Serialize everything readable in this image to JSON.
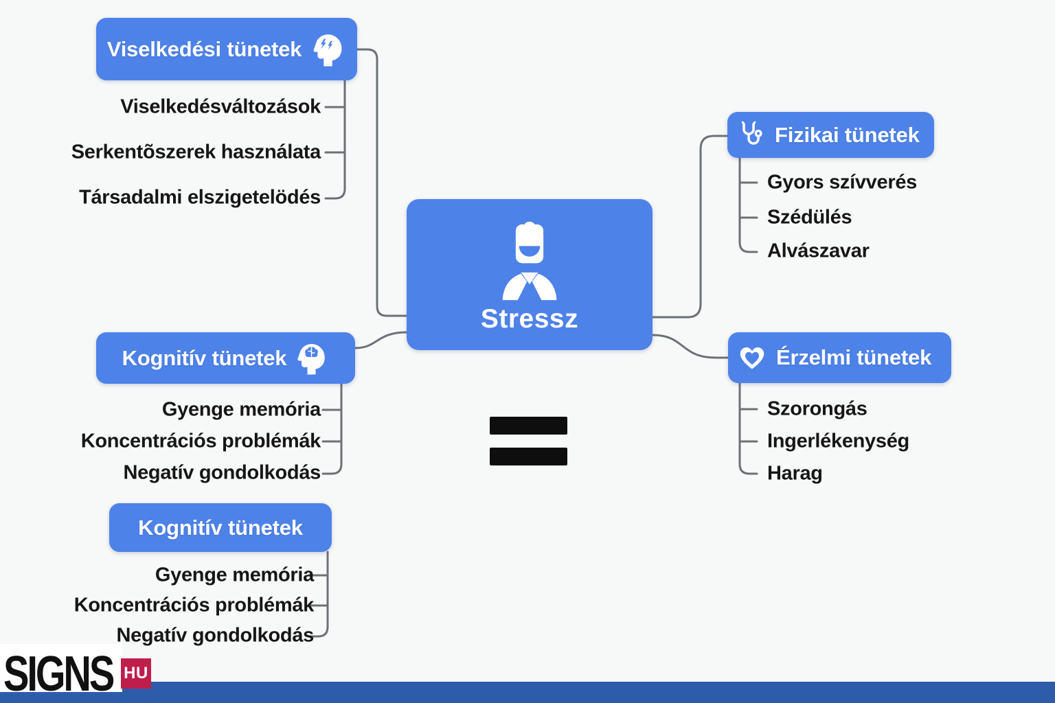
{
  "diagram": {
    "center": {
      "label": "Stressz",
      "icon": "person-icon"
    },
    "branches": {
      "behavioral": {
        "label": "Viselkedési tünetek",
        "icon": "stressed-head-icon",
        "items": [
          "Viselkedésváltozások",
          "Serkentõszerek használata",
          "Társadalmi elszigetelödés"
        ]
      },
      "physical": {
        "label": "Fizikai tünetek",
        "icon": "stethoscope-icon",
        "items": [
          "Gyors szívverés",
          "Szédülés",
          "Alvászavar"
        ]
      },
      "cognitive": {
        "label": "Kognitív tünetek",
        "icon": "brain-head-icon",
        "items": [
          "Gyenge memória",
          "Koncentrációs problémák",
          "Negatív gondolkodás"
        ]
      },
      "emotional": {
        "label": "Érzelmi tünetek",
        "icon": "heart-icon",
        "items": [
          "Szorongás",
          "Ingerlékenység",
          "Harag"
        ]
      },
      "cognitive_duplicate": {
        "label": "Kognitív tünetek",
        "icon": null,
        "items": [
          "Gyenge memória",
          "Koncentrációs problémák",
          "Negatív gondolkodás"
        ]
      }
    },
    "equals_symbol": "="
  },
  "footer": {
    "logo_text": "SIGNS",
    "logo_badge": "HU"
  },
  "colors": {
    "node_blue": "#4d82e8",
    "footer_bar_blue": "#2d5cab",
    "badge_red": "#bf1e4b",
    "connector_gray": "#6b7178",
    "equals_black": "#0e0e0e",
    "text_black": "#161616",
    "background": "#f7f8f8"
  }
}
